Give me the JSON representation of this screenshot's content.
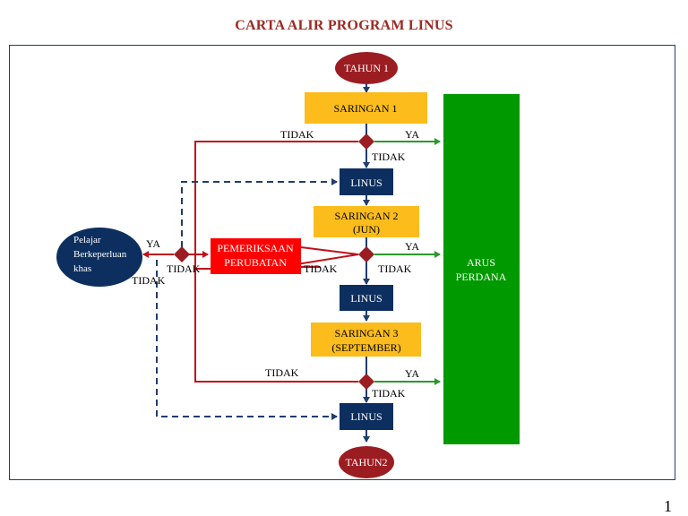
{
  "title": "CARTA ALIR PROGRAM LINUS",
  "page_number": "1",
  "nodes": {
    "start": "TAHUN 1",
    "saringan1": "SARINGAN 1",
    "saringan2_line1": "SARINGAN 2",
    "saringan2_line2": "(JUN)",
    "saringan3_line1": "SARINGAN 3",
    "saringan3_line2": "(SEPTEMBER)",
    "linus1": "LINUS",
    "linus2": "LINUS",
    "linus3": "LINUS",
    "pemeriksaan_line1": "PEMERIKSAAN",
    "pemeriksaan_line2": "PERUBATAN",
    "pelajar_line1": "Pelajar",
    "pelajar_line2": "Berkeperluan",
    "pelajar_line3": "khas",
    "arus_line1": "ARUS",
    "arus_line2": "PERDANA",
    "end": "TAHUN2"
  },
  "labels": {
    "ya": "YA",
    "tidak": "TIDAK"
  },
  "colors": {
    "title": "#9b2a22",
    "oval_red": "#9b1d22",
    "oval_blue": "#0d2f5f",
    "box_yellow": "#fbbc1c",
    "box_navy": "#0d2f5f",
    "box_red": "#ff0000",
    "arus_green": "#009900",
    "line_red": "#c0111a",
    "line_green": "#2a9a2a",
    "line_navy": "#1f3d6e",
    "diamond": "#9b1d22"
  }
}
